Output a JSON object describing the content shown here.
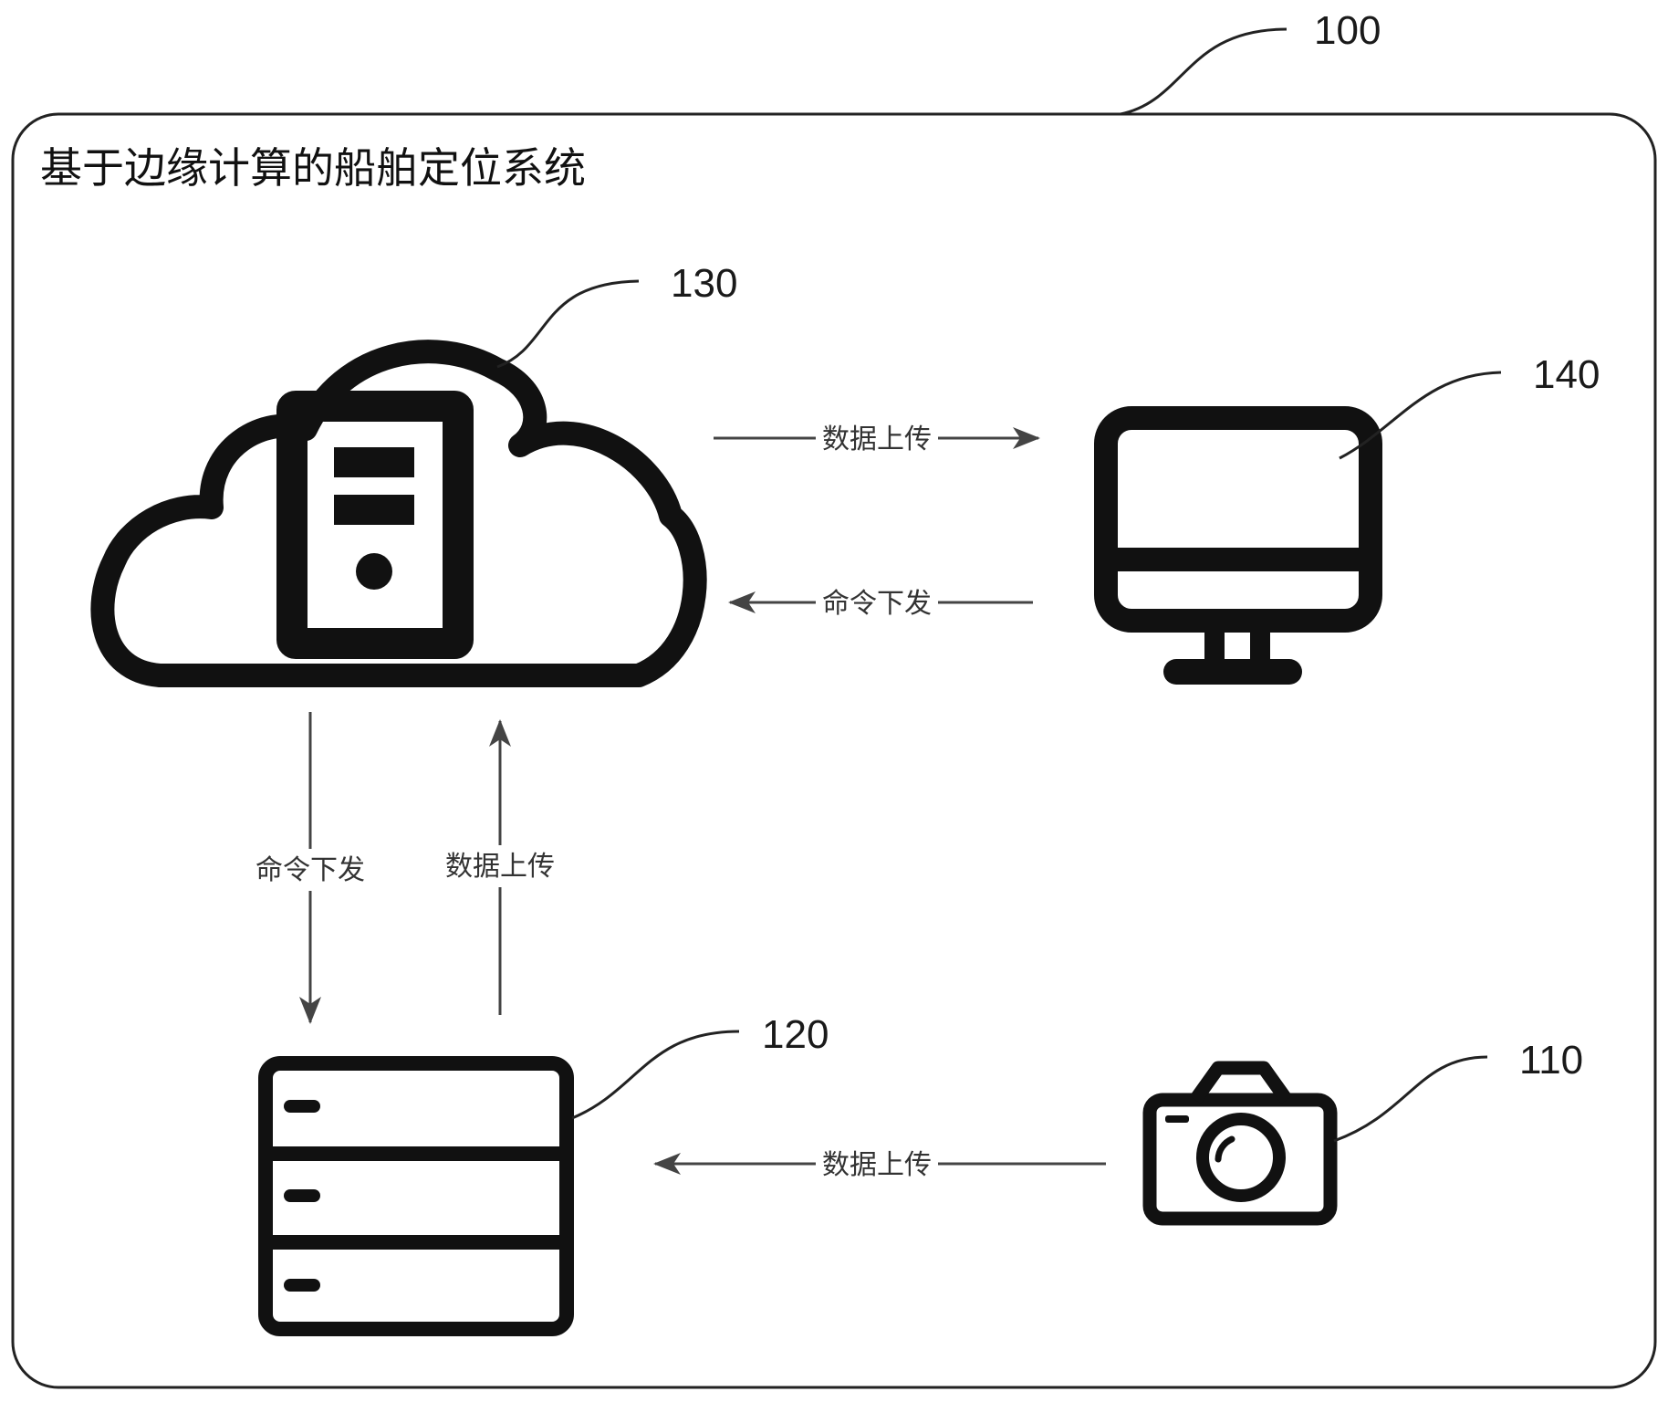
{
  "system": {
    "title": "基于边缘计算的船舶定位系统",
    "ref": "100"
  },
  "nodes": {
    "cloud_server": {
      "ref": "130",
      "icon": "cloud-server-icon"
    },
    "monitor": {
      "ref": "140",
      "icon": "monitor-icon"
    },
    "edge_server": {
      "ref": "120",
      "icon": "server-rack-icon"
    },
    "camera": {
      "ref": "110",
      "icon": "camera-icon"
    }
  },
  "edges": {
    "cloud_to_monitor": "数据上传",
    "monitor_to_cloud": "命令下发",
    "cloud_to_edge": "命令下发",
    "edge_to_cloud": "数据上传",
    "camera_to_edge": "数据上传"
  },
  "colors": {
    "stroke": "#111111",
    "arrow": "#444444",
    "frame": "#222222"
  }
}
